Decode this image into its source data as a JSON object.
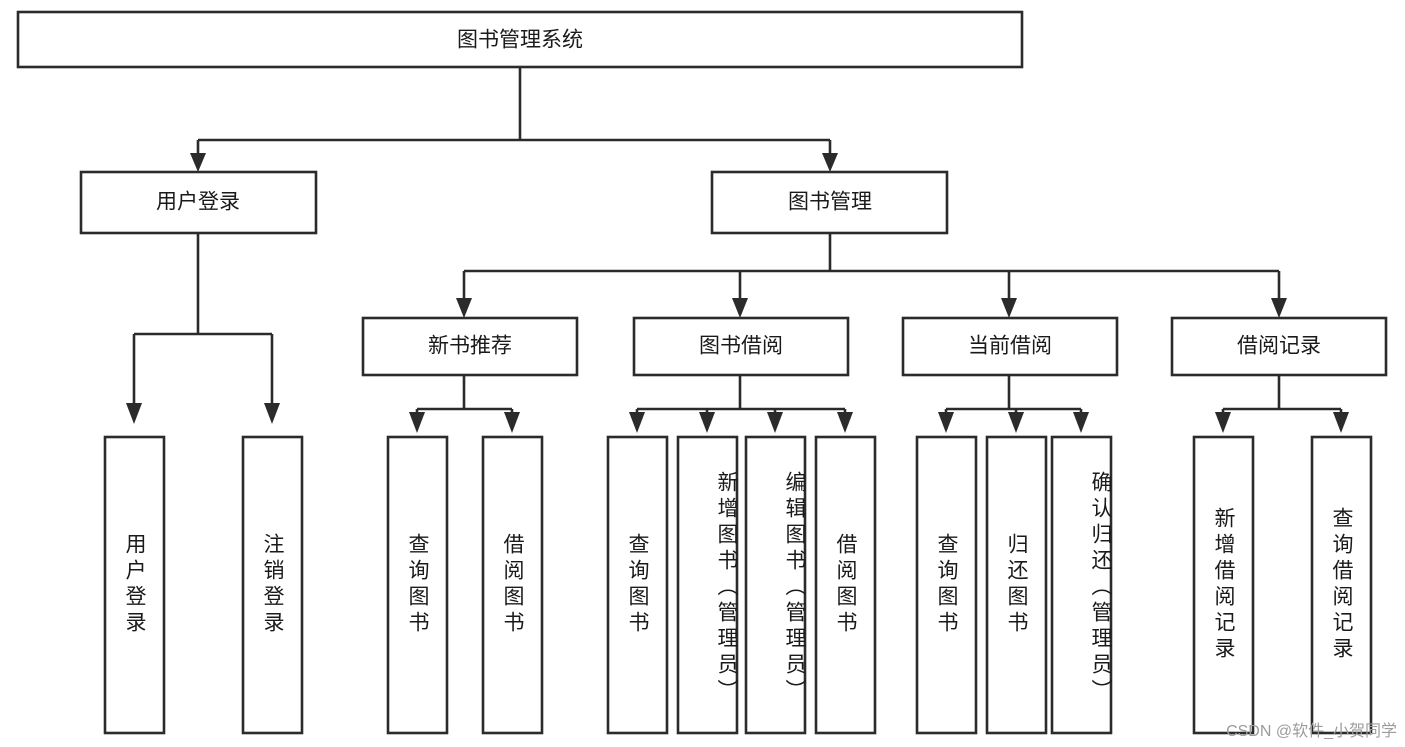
{
  "diagram": {
    "type": "tree",
    "title": "图书管理系统",
    "orientation": "top-down",
    "colors": {
      "stroke": "#2b2b2b",
      "fill": "#ffffff",
      "text": "#1a1a1a",
      "watermark": "#9c9c9c"
    },
    "root": {
      "label": "图书管理系统"
    },
    "level2": [
      {
        "label": "用户登录"
      },
      {
        "label": "图书管理"
      }
    ],
    "level3": [
      {
        "label": "新书推荐"
      },
      {
        "label": "图书借阅"
      },
      {
        "label": "当前借阅"
      },
      {
        "label": "借阅记录"
      }
    ],
    "leaves": {
      "user_login": [
        {
          "label": "用户登录"
        },
        {
          "label": "注销登录"
        }
      ],
      "new_book_recommend": [
        {
          "label": "查询图书"
        },
        {
          "label": "借阅图书"
        }
      ],
      "book_borrow": [
        {
          "label": "查询图书"
        },
        {
          "label": "新增图书（管理员）"
        },
        {
          "label": "编辑图书（管理员）"
        },
        {
          "label": "借阅图书"
        }
      ],
      "current_borrow": [
        {
          "label": "查询图书"
        },
        {
          "label": "归还图书"
        },
        {
          "label": "确认归还（管理员）"
        }
      ],
      "borrow_record": [
        {
          "label": "新增借阅记录"
        },
        {
          "label": "查询借阅记录"
        }
      ]
    },
    "watermark": "CSDN @软件_小贺同学"
  }
}
